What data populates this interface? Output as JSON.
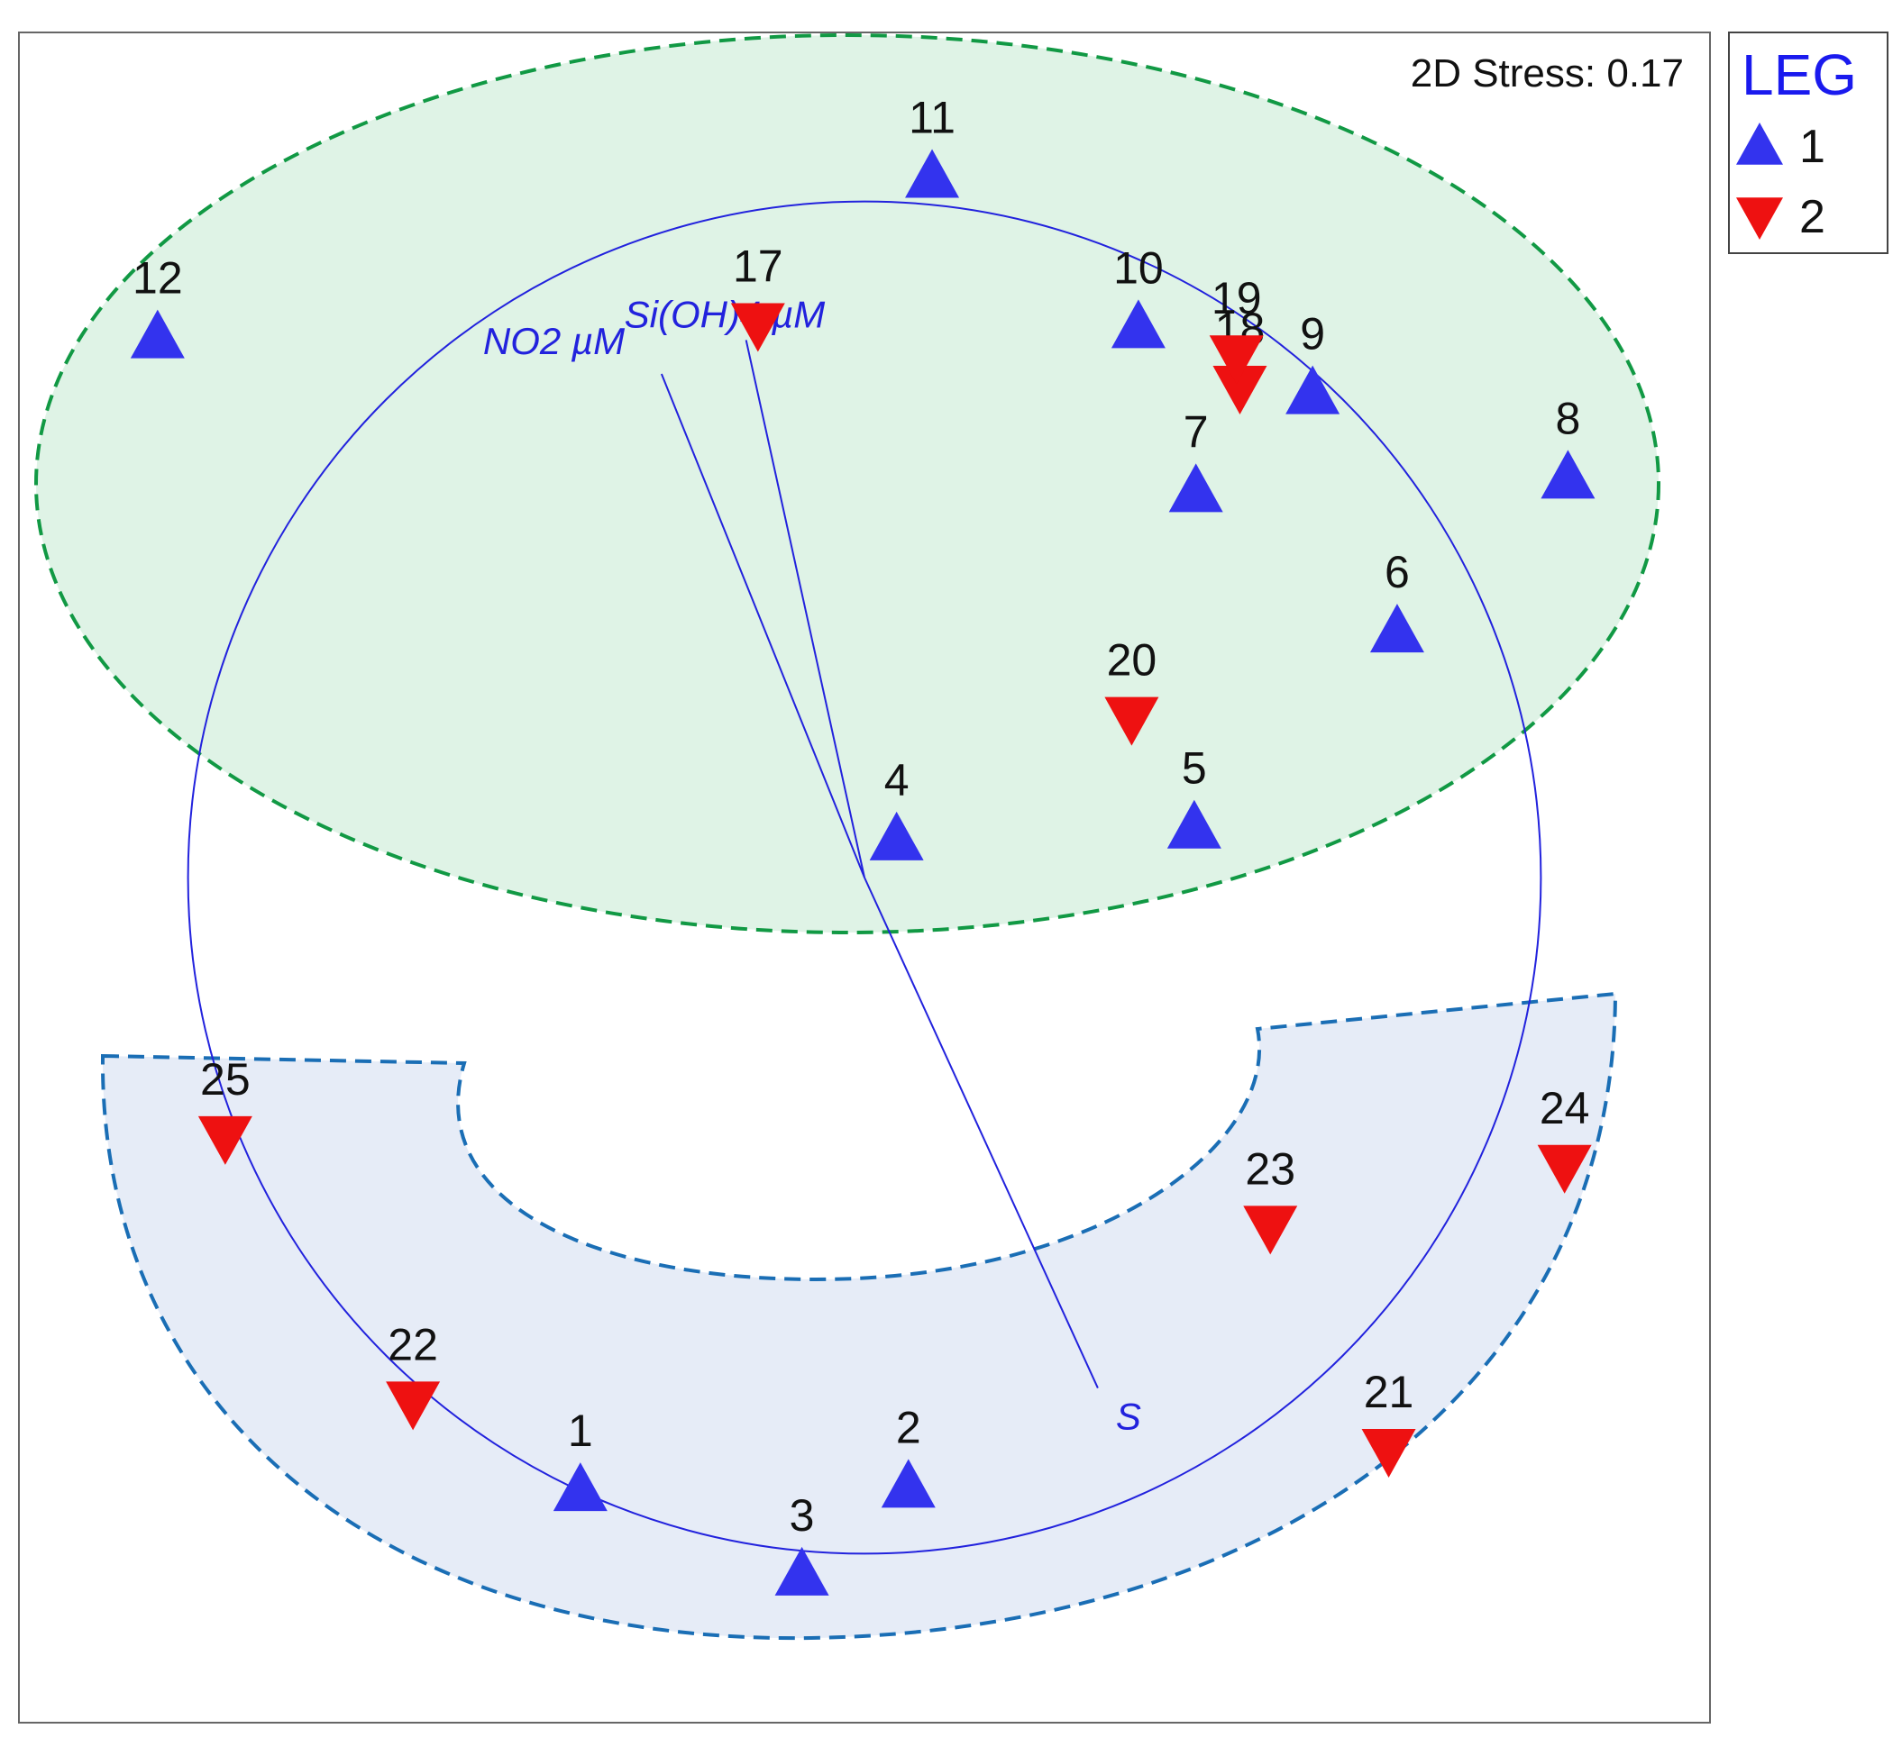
{
  "chart_data": {
    "type": "scatter",
    "title": "",
    "xlabel": "",
    "ylabel": "",
    "stress_label": "2D Stress: 0.17",
    "xlim": [
      0,
      1000
    ],
    "ylim": [
      0,
      1000
    ],
    "grid": false,
    "legend": {
      "title": "LEG",
      "placement": "outside-top-right",
      "entries": [
        {
          "label": "1",
          "marker": "triangle-up",
          "color": "#3333ee"
        },
        {
          "label": "2",
          "marker": "triangle-down",
          "color": "#ee1111"
        }
      ]
    },
    "series": [
      {
        "name": "1",
        "marker": "triangle-up",
        "color": "#3333ee",
        "points": [
          {
            "label": "1",
            "x": 332,
            "y": 138
          },
          {
            "label": "2",
            "x": 526,
            "y": 140
          },
          {
            "label": "3",
            "x": 463,
            "y": 88
          },
          {
            "label": "4",
            "x": 519,
            "y": 523
          },
          {
            "label": "5",
            "x": 695,
            "y": 530
          },
          {
            "label": "6",
            "x": 815,
            "y": 646
          },
          {
            "label": "7",
            "x": 696,
            "y": 729
          },
          {
            "label": "8",
            "x": 916,
            "y": 737
          },
          {
            "label": "9",
            "x": 765,
            "y": 787
          },
          {
            "label": "10",
            "x": 662,
            "y": 826
          },
          {
            "label": "11",
            "x": 540,
            "y": 915
          },
          {
            "label": "12",
            "x": 82,
            "y": 820
          }
        ]
      },
      {
        "name": "2",
        "marker": "triangle-down",
        "color": "#ee1111",
        "points": [
          {
            "label": "17",
            "x": 437,
            "y": 827
          },
          {
            "label": "18",
            "x": 722,
            "y": 790
          },
          {
            "label": "19",
            "x": 720,
            "y": 808
          },
          {
            "label": "20",
            "x": 658,
            "y": 594
          },
          {
            "label": "21",
            "x": 810,
            "y": 161
          },
          {
            "label": "22",
            "x": 233,
            "y": 189
          },
          {
            "label": "23",
            "x": 740,
            "y": 293
          },
          {
            "label": "24",
            "x": 914,
            "y": 329
          },
          {
            "label": "25",
            "x": 122,
            "y": 346
          }
        ]
      }
    ],
    "vectors": {
      "origin": {
        "x": 500,
        "y": 500
      },
      "circle_radius": 400,
      "items": [
        {
          "label": "Si(OH)4 µM",
          "x": 430,
          "y": 818
        },
        {
          "label": "NO2 µM",
          "x": 380,
          "y": 798
        },
        {
          "label": "S",
          "x": 638,
          "y": 198
        }
      ]
    },
    "clusters": [
      {
        "shape": "ellipse",
        "fill": "#dff3e6",
        "stroke": "#119944"
      },
      {
        "shape": "arc-band",
        "fill": "#e6ecf7",
        "stroke": "#1a6eb5"
      }
    ]
  }
}
